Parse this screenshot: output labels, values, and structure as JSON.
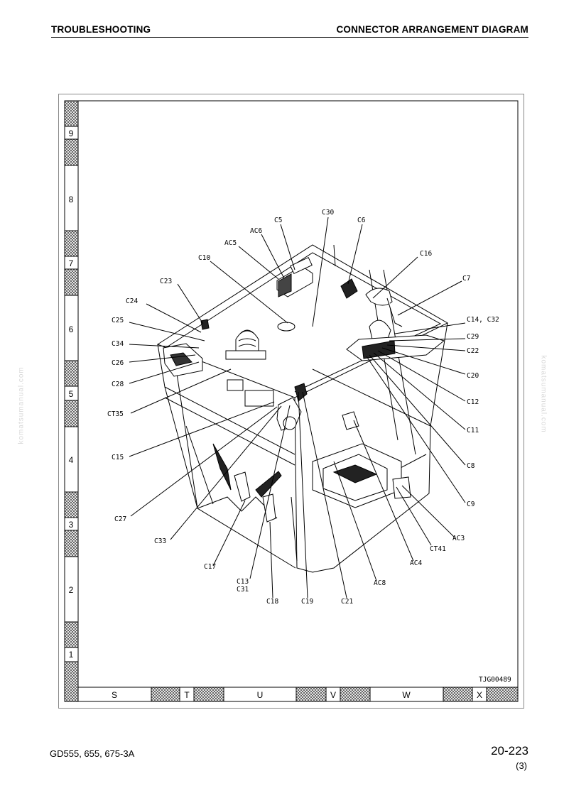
{
  "header": {
    "left": "TROUBLESHOOTING",
    "right": "CONNECTOR ARRANGEMENT DIAGRAM"
  },
  "footer": {
    "model": "GD555, 655, 675-3A",
    "page": "20-223",
    "page_sub": "(3)"
  },
  "watermark": "komatsumanual.com",
  "drawing_code": "TJG00489",
  "grid_rows": [
    "9",
    "8",
    "7",
    "6",
    "5",
    "4",
    "3",
    "2",
    "1"
  ],
  "grid_cols": [
    "S",
    "T",
    "U",
    "V",
    "W",
    "X"
  ],
  "labels": {
    "C30": "C30",
    "C5": "C5",
    "C6": "C6",
    "AC6": "AC6",
    "AC5": "AC5",
    "C16": "C16",
    "C10": "C10",
    "C7": "C7",
    "C23": "C23",
    "C24": "C24",
    "C14C32": "C14, C32",
    "C25": "C25",
    "C29": "C29",
    "C34": "C34",
    "C22": "C22",
    "C26": "C26",
    "C20": "C20",
    "C28": "C28",
    "C12": "C12",
    "CT35": "CT35",
    "C11": "C11",
    "C15": "C15",
    "C8": "C8",
    "C9": "C9",
    "C27": "C27",
    "AC3": "AC3",
    "C33": "C33",
    "CT41": "CT41",
    "AC4": "AC4",
    "C17": "C17",
    "AC8": "AC8",
    "C13": "C13",
    "C31": "C31",
    "C18": "C18",
    "C19": "C19",
    "C21": "C21"
  }
}
